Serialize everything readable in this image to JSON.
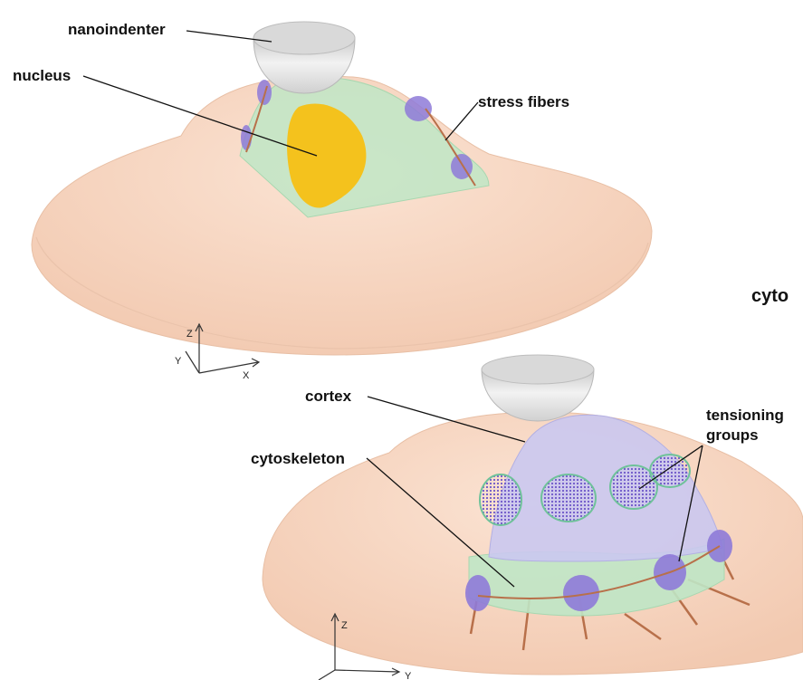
{
  "labels": {
    "nanoindenter": "nanoindenter",
    "nucleus": "nucleus",
    "stress_fibers": "stress fibers",
    "cortex": "cortex",
    "cytoskeleton": "cytoskeleton",
    "tensioning_line1": "tensioning",
    "tensioning_line2": "groups",
    "cropped_right": "cyto"
  },
  "axes_top": {
    "z": "Z",
    "y": "Y",
    "x": "X"
  },
  "axes_bottom": {
    "z": "Z",
    "y": "Y"
  },
  "colors": {
    "cell_body": "#f6d3bd",
    "indenter": "#d9d9d9",
    "nucleus": "#f4c21d",
    "cytoskeleton": "#bde6c2",
    "cortex": "#cac8f0",
    "receptor_patch": "#8e7ad8",
    "stress_fiber": "#b8704a"
  }
}
